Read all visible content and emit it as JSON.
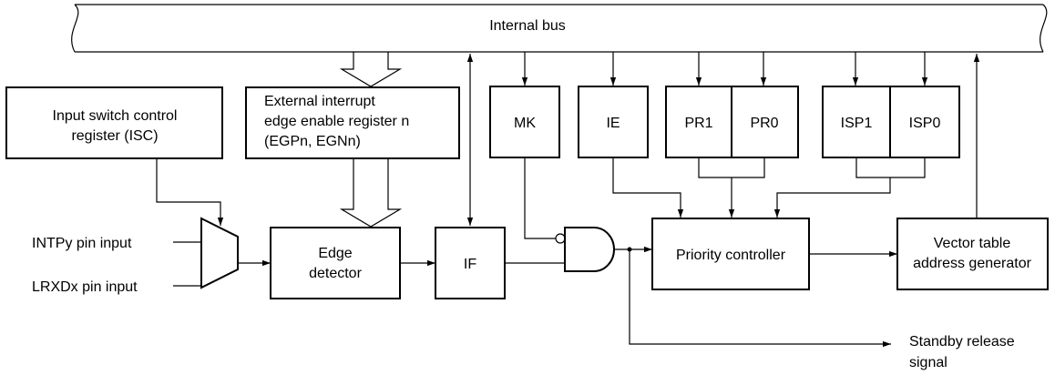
{
  "bus": {
    "label": "Internal bus"
  },
  "blocks": {
    "isc": {
      "line1": "Input switch control",
      "line2": "register (ISC)"
    },
    "egp": {
      "line1": "External interrupt",
      "line2": "edge enable register n",
      "line3": "(EGPn, EGNn)"
    },
    "edge": {
      "line1": "Edge",
      "line2": "detector"
    },
    "if": {
      "label": "IF"
    },
    "mk": {
      "label": "MK"
    },
    "ie": {
      "label": "IE"
    },
    "pr1": {
      "label": "PR1"
    },
    "pr0": {
      "label": "PR0"
    },
    "isp1": {
      "label": "ISP1"
    },
    "isp0": {
      "label": "ISP0"
    },
    "priority": {
      "label": "Priority controller"
    },
    "vector": {
      "line1": "Vector table",
      "line2": "address generator"
    }
  },
  "inputs": {
    "intp": "INTPy pin input",
    "lrxd": "LRXDx pin input"
  },
  "output": {
    "line1": "Standby release",
    "line2": "signal"
  }
}
